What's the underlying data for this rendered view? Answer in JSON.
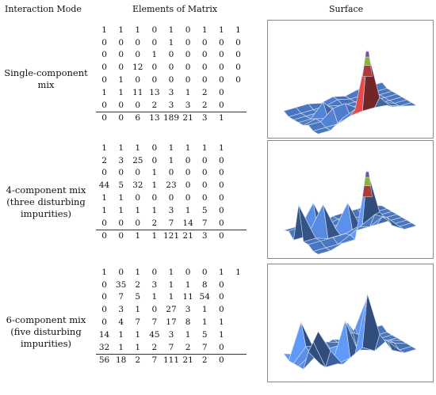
{
  "headers": {
    "mode": "Interaction Mode",
    "matrix": "Elements of Matrix",
    "surface": "Surface"
  },
  "rows": [
    {
      "mode_lines": [
        "Single-component",
        "mix"
      ],
      "matrix": [
        [
          1,
          1,
          1,
          0,
          1,
          0,
          1,
          1,
          1
        ],
        [
          0,
          0,
          0,
          0,
          1,
          0,
          0,
          0,
          0
        ],
        [
          0,
          0,
          0,
          1,
          0,
          0,
          0,
          0,
          0
        ],
        [
          0,
          0,
          12,
          0,
          0,
          0,
          0,
          0,
          0
        ],
        [
          0,
          1,
          0,
          0,
          0,
          0,
          0,
          0,
          0
        ],
        [
          1,
          1,
          11,
          13,
          3,
          1,
          2,
          0,
          ""
        ],
        [
          0,
          0,
          0,
          2,
          3,
          3,
          2,
          0,
          ""
        ],
        [
          0,
          0,
          6,
          13,
          189,
          21,
          3,
          1,
          ""
        ]
      ]
    },
    {
      "mode_lines": [
        "4-component mix",
        "(three disturbing",
        "impurities)"
      ],
      "matrix": [
        [
          1,
          1,
          1,
          0,
          1,
          1,
          1,
          1,
          ""
        ],
        [
          2,
          3,
          25,
          0,
          1,
          0,
          0,
          0,
          ""
        ],
        [
          0,
          0,
          0,
          1,
          0,
          0,
          0,
          0,
          ""
        ],
        [
          44,
          5,
          32,
          1,
          23,
          0,
          0,
          0,
          ""
        ],
        [
          1,
          1,
          0,
          0,
          0,
          0,
          0,
          0,
          ""
        ],
        [
          1,
          1,
          1,
          1,
          3,
          1,
          5,
          0,
          ""
        ],
        [
          0,
          0,
          0,
          2,
          7,
          14,
          7,
          0,
          ""
        ],
        [
          0,
          0,
          1,
          1,
          121,
          21,
          3,
          0,
          ""
        ]
      ]
    },
    {
      "mode_lines": [
        "6-component mix",
        "(five disturbing",
        "impurities)"
      ],
      "matrix": [
        [
          1,
          0,
          1,
          0,
          1,
          0,
          0,
          1,
          1
        ],
        [
          0,
          35,
          2,
          3,
          1,
          1,
          8,
          0,
          ""
        ],
        [
          0,
          7,
          5,
          1,
          1,
          11,
          54,
          0,
          ""
        ],
        [
          0,
          3,
          1,
          0,
          27,
          3,
          1,
          0,
          ""
        ],
        [
          0,
          4,
          7,
          7,
          17,
          8,
          1,
          1,
          ""
        ],
        [
          14,
          1,
          1,
          45,
          3,
          1,
          5,
          1,
          ""
        ],
        [
          32,
          1,
          1,
          2,
          7,
          2,
          7,
          0,
          ""
        ],
        [
          56,
          18,
          2,
          7,
          111,
          21,
          2,
          0,
          ""
        ]
      ]
    }
  ],
  "colors": {
    "surface_fill": "#4a76bf",
    "surface_grid": "#d6e2f5",
    "band_red": "#b03a3a",
    "band_green": "#8fae3a",
    "band_purple": "#7a4f9e"
  }
}
